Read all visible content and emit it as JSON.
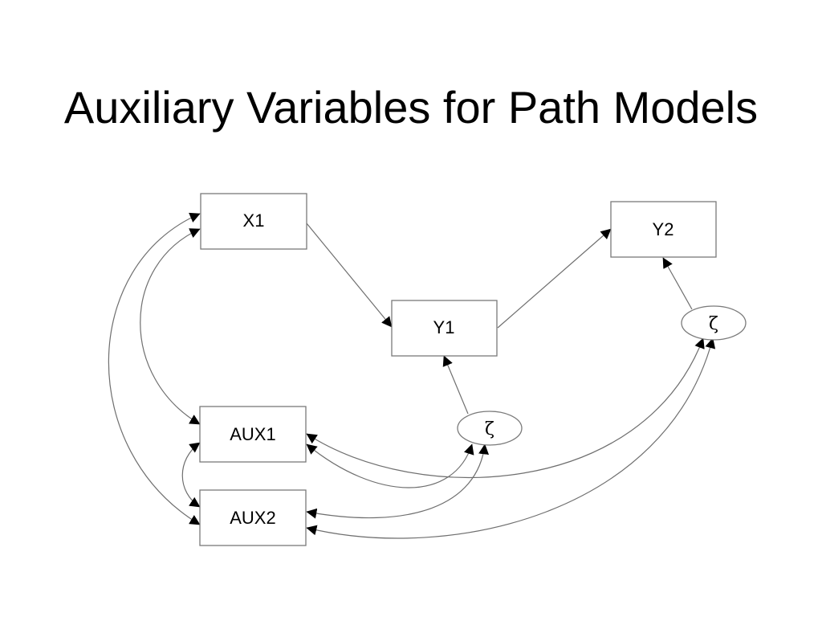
{
  "slide": {
    "title": "Auxiliary Variables for Path Models"
  },
  "diagram": {
    "nodes": {
      "x1": "X1",
      "y1": "Y1",
      "y2": "Y2",
      "aux1": "AUX1",
      "aux2": "AUX2",
      "zeta_y1": "ζ",
      "zeta_y2": "ζ"
    },
    "paths": [
      {
        "from": "X1",
        "to": "Y1",
        "type": "regression"
      },
      {
        "from": "Y1",
        "to": "Y2",
        "type": "regression"
      },
      {
        "from": "ζ (Y1)",
        "to": "Y1",
        "type": "residual"
      },
      {
        "from": "ζ (Y2)",
        "to": "Y2",
        "type": "residual"
      },
      {
        "from": "X1",
        "to": "AUX1",
        "type": "covariance"
      },
      {
        "from": "X1",
        "to": "AUX2",
        "type": "covariance"
      },
      {
        "from": "AUX1",
        "to": "AUX2",
        "type": "covariance"
      },
      {
        "from": "AUX1",
        "to": "ζ (Y1)",
        "type": "covariance"
      },
      {
        "from": "AUX2",
        "to": "ζ (Y1)",
        "type": "covariance"
      },
      {
        "from": "AUX1",
        "to": "ζ (Y2)",
        "type": "covariance"
      },
      {
        "from": "AUX2",
        "to": "ζ (Y2)",
        "type": "covariance"
      }
    ]
  }
}
